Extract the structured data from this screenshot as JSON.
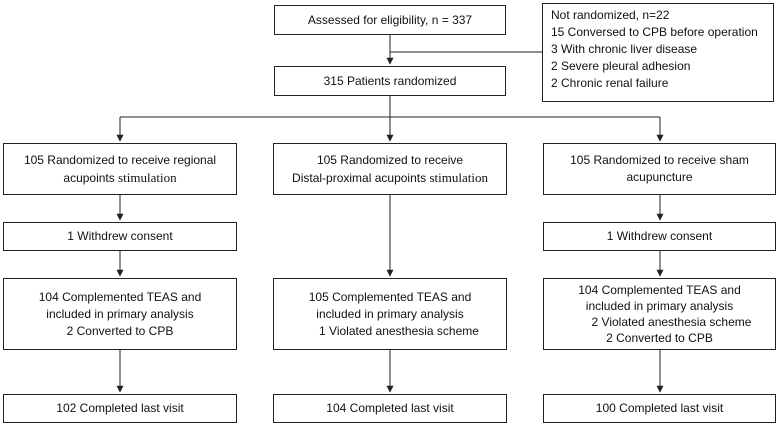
{
  "eligibility": {
    "text": "Assessed for eligibility, n = 337"
  },
  "excluded": {
    "lines": [
      "Not randomized, n=22",
      "15 Conversed to CPB before operation",
      "3 With chronic liver disease",
      "2 Severe pleural adhesion",
      "2 Chronic renal failure"
    ]
  },
  "randomized": {
    "text": "315 Patients randomized"
  },
  "arms": [
    {
      "alloc_line1": "105 Randomized to receive regional",
      "alloc_line2a": "acupoints ",
      "alloc_line2b": "stimulation",
      "withdrew": "1 Withdrew consent",
      "analysis": [
        "104 Complemented TEAS and",
        "included in primary analysis",
        "2 Converted to CPB"
      ],
      "completed": "102 Completed last visit"
    },
    {
      "alloc_line1": "105 Randomized to receive",
      "alloc_line2a": "Distal-proximal acupoints ",
      "alloc_line2b": "stimulation",
      "analysis": [
        "105 Complemented TEAS and",
        "included in primary analysis",
        "1 Violated anesthesia scheme"
      ],
      "completed": "104 Completed last visit"
    },
    {
      "alloc_line1": "105 Randomized to receive sham",
      "alloc_line2a": "acupuncture",
      "withdrew": "1 Withdrew consent",
      "analysis": [
        "104 Complemented TEAS and",
        "included in primary analysis",
        "2 Violated anesthesia scheme",
        "2 Converted to CPB"
      ],
      "completed": "100 Completed last visit"
    }
  ]
}
